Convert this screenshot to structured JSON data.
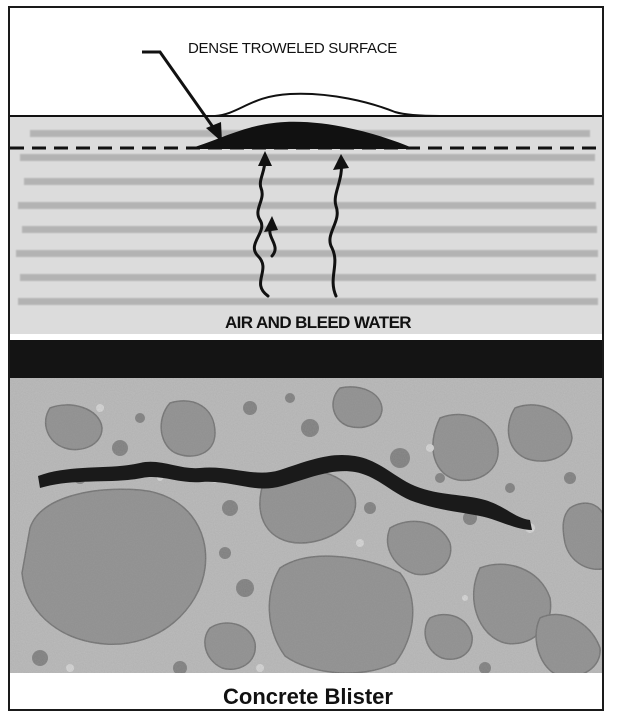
{
  "labels": {
    "surface_label": "DENSE TROWELED SURFACE",
    "air_label": "AIR AND BLEED WATER"
  },
  "caption": "Concrete Blister",
  "colors": {
    "background": "#ffffff",
    "ink": "#111111",
    "blurred_text_panel": "#d9d9d9",
    "concrete_matrix": "#b9b9b9",
    "aggregate": "#8e8e8e",
    "void": "#1a1a1a"
  },
  "icons": [
    "pointer-arrow-icon",
    "upward-arrow-icon"
  ]
}
